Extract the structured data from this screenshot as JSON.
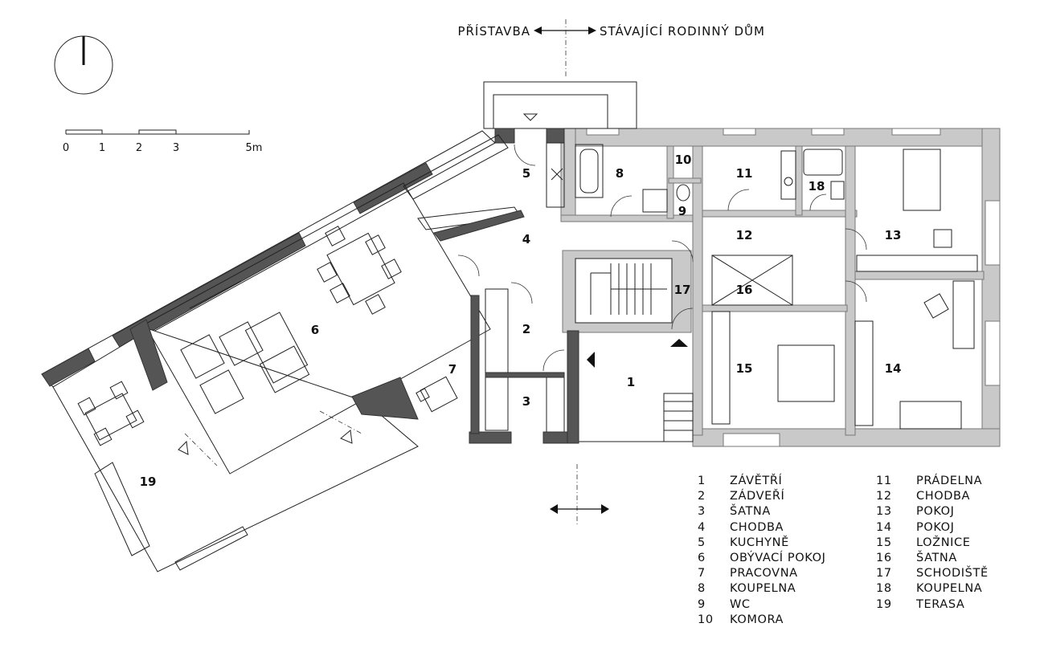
{
  "header": {
    "left_label": "PŘÍSTAVBA",
    "right_label": "STÁVAJÍCÍ RODINNÝ DŮM"
  },
  "scale_bar": {
    "labels": [
      "0",
      "1",
      "2",
      "3",
      "5m"
    ]
  },
  "icons": {
    "north": "north-arrow-icon",
    "entrance": "entrance-arrow-icon",
    "section": "section-arrows-icon"
  },
  "rooms": [
    {
      "number": "1",
      "name": "ZÁVĚTŘÍ"
    },
    {
      "number": "2",
      "name": "ZÁDVEŘÍ"
    },
    {
      "number": "3",
      "name": "ŠATNA"
    },
    {
      "number": "4",
      "name": "CHODBA"
    },
    {
      "number": "5",
      "name": "KUCHYNĚ"
    },
    {
      "number": "6",
      "name": "OBÝVACÍ POKOJ"
    },
    {
      "number": "7",
      "name": "PRACOVNA"
    },
    {
      "number": "8",
      "name": "KOUPELNA"
    },
    {
      "number": "9",
      "name": "WC"
    },
    {
      "number": "10",
      "name": "KOMORA"
    },
    {
      "number": "11",
      "name": "PRÁDELNA"
    },
    {
      "number": "12",
      "name": "CHODBA"
    },
    {
      "number": "13",
      "name": "POKOJ"
    },
    {
      "number": "14",
      "name": "POKOJ"
    },
    {
      "number": "15",
      "name": "LOŽNICE"
    },
    {
      "number": "16",
      "name": "ŠATNA"
    },
    {
      "number": "17",
      "name": "SCHODIŠTĚ"
    },
    {
      "number": "18",
      "name": "KOUPELNA"
    },
    {
      "number": "19",
      "name": "TERASA"
    }
  ],
  "colors": {
    "existing_wall": "#c9c9c9",
    "new_wall": "#555555",
    "line": "#222222"
  }
}
